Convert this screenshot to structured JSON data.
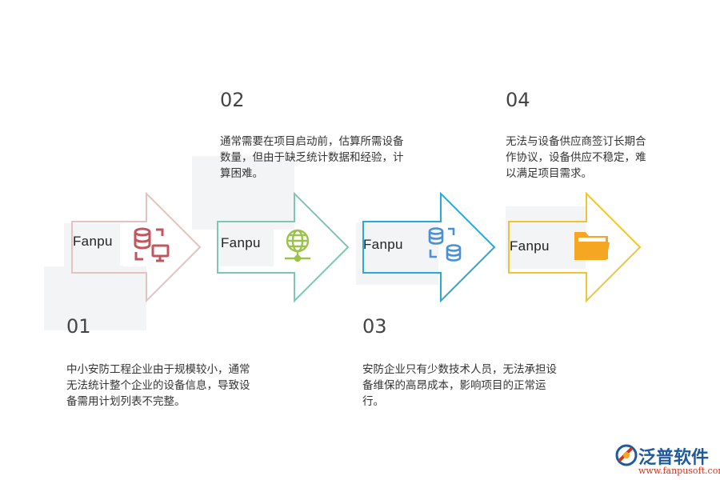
{
  "steps": [
    {
      "number": "01",
      "brand": "Fanpu",
      "icon": "database-computer-icon",
      "color": "#e3c2c2",
      "text": "中小安防工程企业由于规模较小，通常无法统计整个企业的设备信息，导致设备需用计划列表不完整。"
    },
    {
      "number": "02",
      "brand": "Fanpu",
      "icon": "globe-network-icon",
      "color": "#7dc6b3",
      "text": "通常需要在项目启动前，估算所需设备数量，但由于缺乏统计数据和经验，计算困难。"
    },
    {
      "number": "03",
      "brand": "Fanpu",
      "icon": "database-sync-icon",
      "color": "#29a9d8",
      "text": "安防企业只有少数技术人员，无法承担设备维保的高昂成本，影响项目的正常运行。"
    },
    {
      "number": "04",
      "brand": "Fanpu",
      "icon": "folder-icon",
      "color": "#f1c232",
      "text": "无法与设备供应商签订长期合作协议，设备供应不稳定，难以满足项目需求。"
    }
  ],
  "icon_colors": {
    "step1": "#c0575f",
    "step2": "#9bc24a",
    "step3": "#4a90d9",
    "step4": "#f5a623"
  },
  "logo": {
    "name": "泛普软件",
    "url": "www.fanpusoft.com",
    "brand_color": "#1e5a9c"
  }
}
